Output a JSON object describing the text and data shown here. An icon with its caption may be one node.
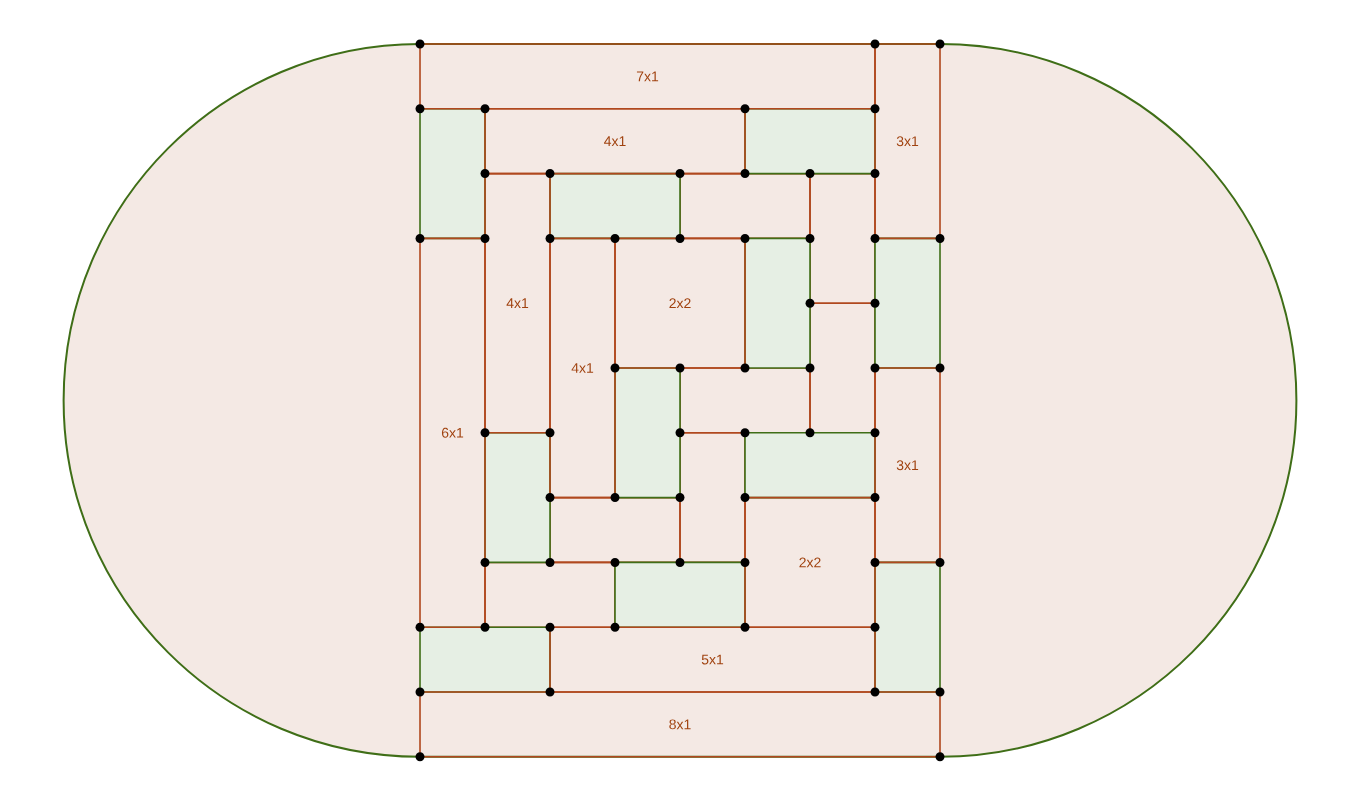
{
  "diagram": {
    "nodes": [
      {
        "text": [
          "7x1"
        ]
      },
      {
        "text": [
          "3x1"
        ]
      },
      {
        "text": [
          "4x1"
        ]
      },
      {
        "text": [
          "4x1"
        ]
      },
      {
        "text": [
          "6x1"
        ]
      },
      {
        "text": [
          "4x1"
        ]
      },
      {
        "text": [
          "2x2"
        ]
      },
      {
        "text": [
          "3x1"
        ]
      },
      {
        "text": [
          "2x2"
        ]
      },
      {
        "text": [
          "5x1"
        ]
      },
      {
        "text": [
          "8x1"
        ]
      }
    ]
  }
}
